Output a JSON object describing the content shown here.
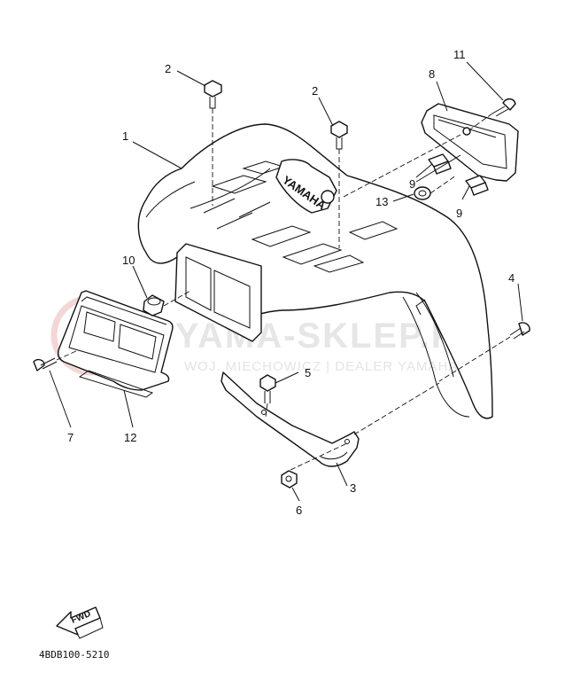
{
  "diagram": {
    "watermark": {
      "brand": "YAMA-SKLEP.PL",
      "dealer": "WOJ. MIECHOWICZ | DEALER YAMAHA"
    },
    "emblem_text": "YAMAHA",
    "fwd_label": "FWD",
    "drawing_code": "4BDB100-5210",
    "callouts": [
      {
        "id": "1"
      },
      {
        "id": "2"
      },
      {
        "id": "2"
      },
      {
        "id": "3"
      },
      {
        "id": "4"
      },
      {
        "id": "5"
      },
      {
        "id": "6"
      },
      {
        "id": "7"
      },
      {
        "id": "8"
      },
      {
        "id": "9"
      },
      {
        "id": "9"
      },
      {
        "id": "10"
      },
      {
        "id": "11"
      },
      {
        "id": "12"
      },
      {
        "id": "13"
      }
    ]
  }
}
